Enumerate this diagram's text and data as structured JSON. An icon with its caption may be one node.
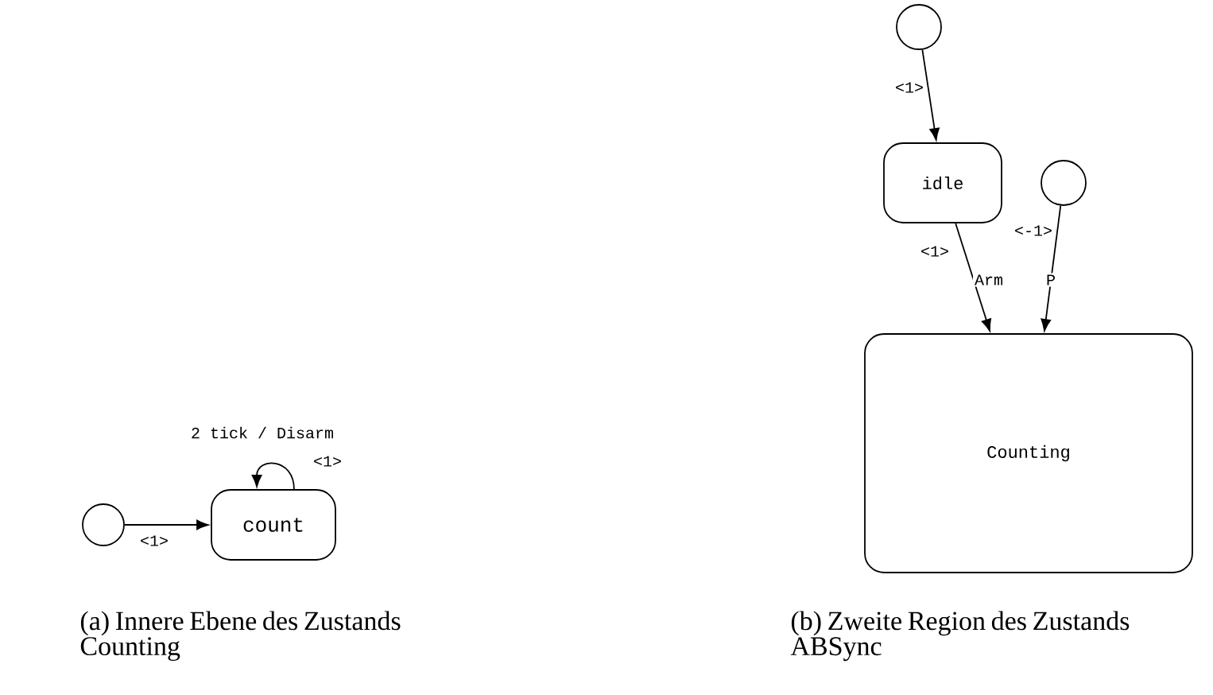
{
  "diagram": {
    "nodes": [
      {
        "text": [],
        "shape": "circle"
      },
      {
        "text": [
          "count"
        ]
      },
      {
        "text": [],
        "shape": "circle"
      },
      {
        "text": [
          "idle"
        ]
      },
      {
        "text": [],
        "shape": "circle"
      },
      {
        "text": [
          "Counting"
        ]
      }
    ],
    "edges": [
      {
        "from": 0,
        "to": 1,
        "arrow": "to",
        "label": "<1>"
      },
      {
        "from": 1,
        "to": 1,
        "arrow": "to",
        "label": "2 tick / Disarm"
      },
      {
        "from": 2,
        "to": 3,
        "arrow": "to",
        "label": "<1>"
      },
      {
        "from": 3,
        "to": 5,
        "arrow": "to",
        "label": "Arm"
      },
      {
        "from": 4,
        "to": 5,
        "arrow": "to",
        "label": "P"
      }
    ],
    "labels": [
      "<1>",
      "<1>",
      "<-1>",
      "(a) Innere Ebene des Zustands Counting",
      "(b) Zweite Region des Zustands ABSync"
    ]
  }
}
